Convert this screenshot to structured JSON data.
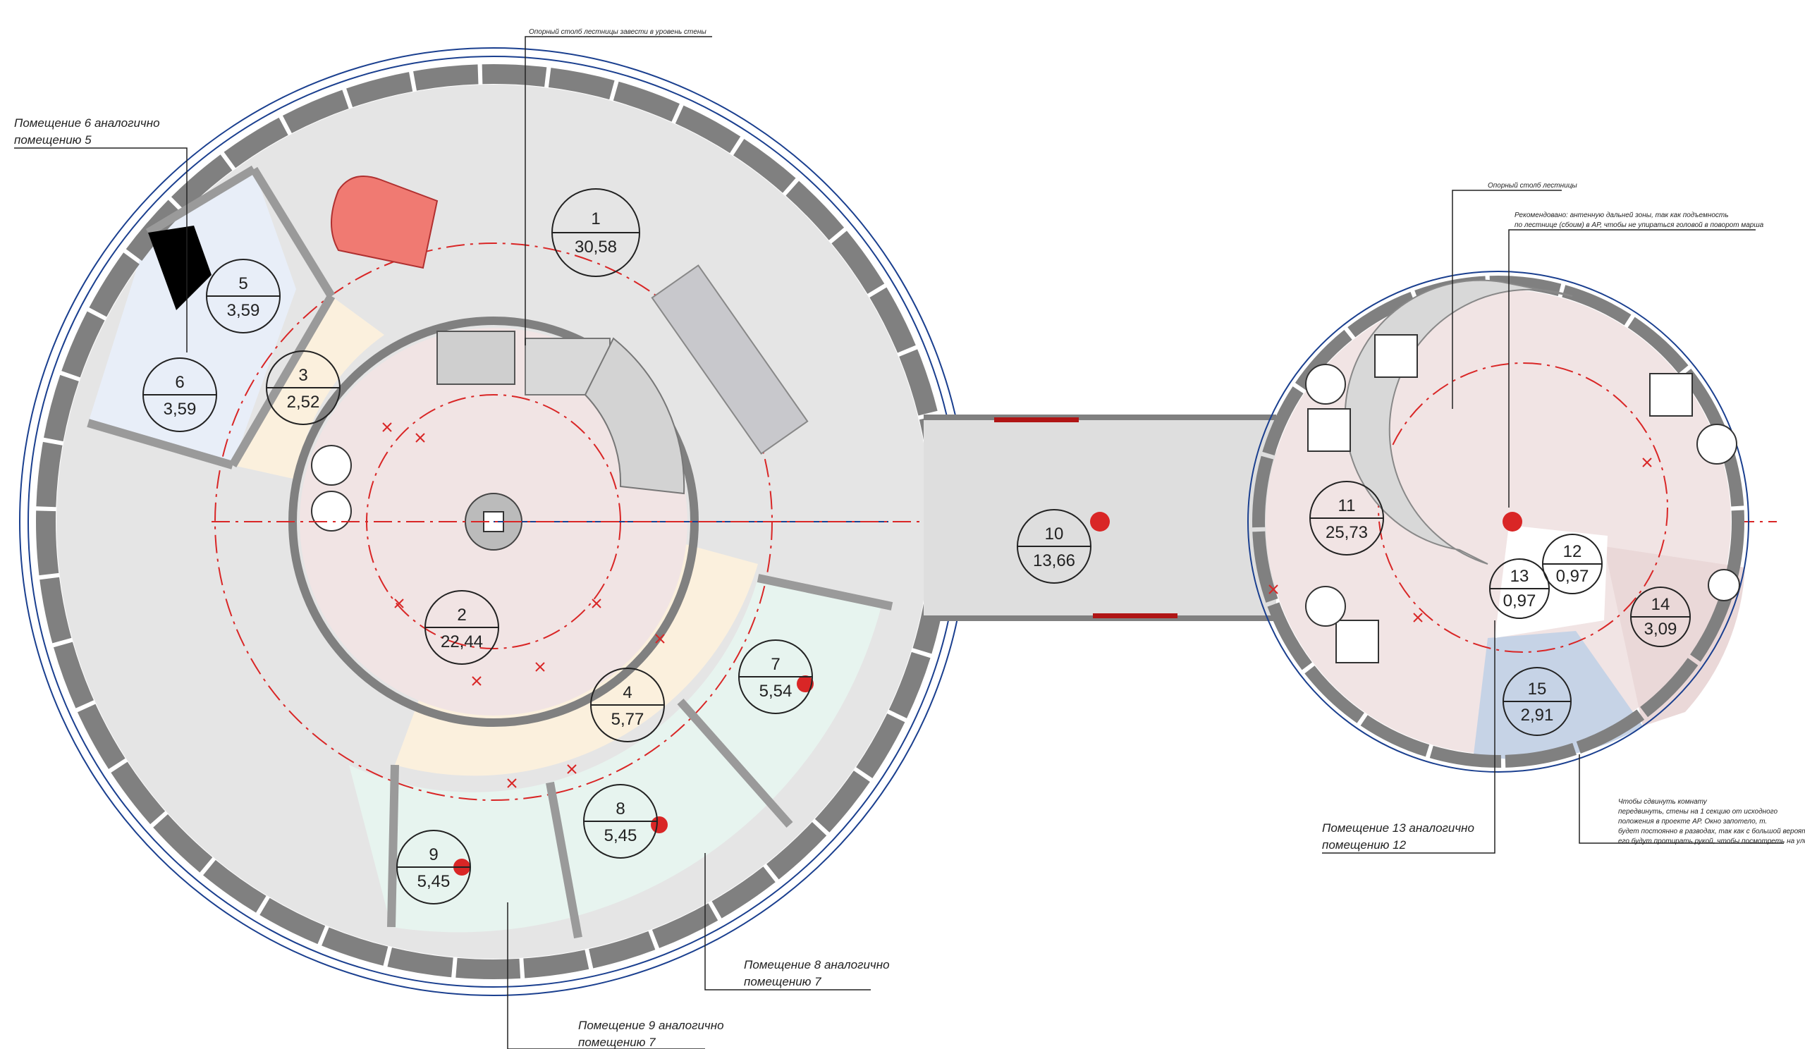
{
  "plan": {
    "rooms": [
      {
        "number": "1",
        "area": "30,58"
      },
      {
        "number": "2",
        "area": "22,44"
      },
      {
        "number": "3",
        "area": "2,52"
      },
      {
        "number": "4",
        "area": "5,77"
      },
      {
        "number": "5",
        "area": "3,59"
      },
      {
        "number": "6",
        "area": "3,59"
      },
      {
        "number": "7",
        "area": "5,54"
      },
      {
        "number": "8",
        "area": "5,45"
      },
      {
        "number": "9",
        "area": "5,45"
      },
      {
        "number": "10",
        "area": "13,66"
      },
      {
        "number": "11",
        "area": "25,73"
      },
      {
        "number": "12",
        "area": "0,97"
      },
      {
        "number": "13",
        "area": "0,97"
      },
      {
        "number": "14",
        "area": "3,09"
      },
      {
        "number": "15",
        "area": "2,91"
      }
    ],
    "notes": {
      "n6_line1": "Помещение 6 аналогично",
      "n6_line2": "помещению 5",
      "n8_line1": "Помещение 8 аналогично",
      "n8_line2": "помещению 7",
      "n9_line1": "Помещение 9 аналогично",
      "n9_line2": "помещению 7",
      "n13_line1": "Помещение 13 аналогично",
      "n13_line2": "помещению 12",
      "stair_column_left": "Опорный столб лестницы завести в уровень стены",
      "stair_column_right": "Опорный столб лестницы",
      "right_rec_line1": "Рекомендовано: антенную дальней зоны, так как подъемность",
      "right_rec_line2": "по лестнице (сбоим) в АР, чтобы не упираться головой в поворот марша",
      "window_line1": "Чтобы сдвинуть комнату",
      "window_line2": "передвинуть, стены на 1 секцию от исходного",
      "window_line3": "положения в проекте АР. Окно запотело, т.",
      "window_line4": "будет постоянно в разводах, так как с большой вероятностью",
      "window_line5": "его будут протирать рукой, чтобы посмотреть на улицу"
    },
    "colors": {
      "room1": "#e5e5e5",
      "room2": "#f1e4e4",
      "room3": "#fbf0dd",
      "room4": "#fbf0dd",
      "room5": "#e8eef8",
      "room7": "#e7f4ef",
      "room10": "#dedede",
      "room11": "#f1e4e4",
      "room14": "#ead8d8",
      "room15": "#c6d3e6",
      "zone_line": "#d92626",
      "dimension": "#1a3f8f"
    }
  }
}
